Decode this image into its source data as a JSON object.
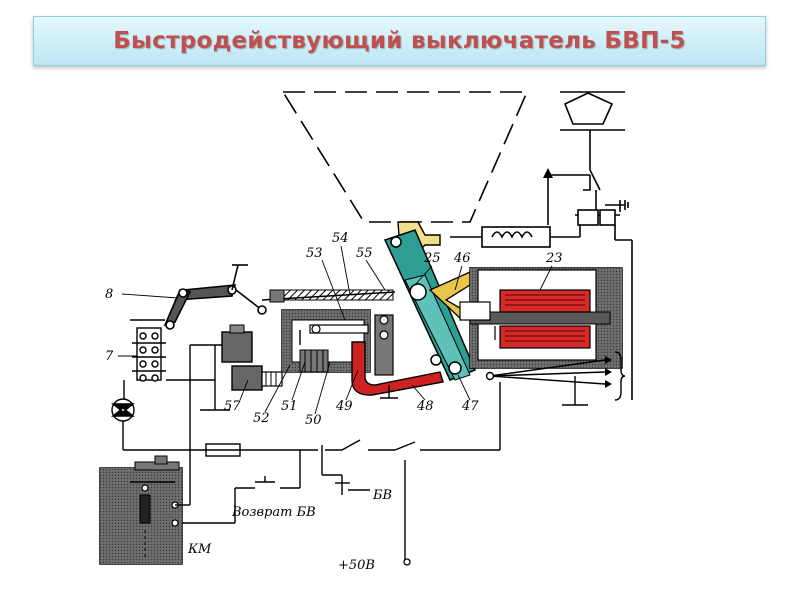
{
  "title": "Быстродействующий выключатель БВП-5",
  "labels": {
    "l54": "54",
    "l53": "53",
    "l55": "55",
    "l25": "25",
    "l46": "46",
    "l23": "23",
    "l8": "8",
    "l7": "7",
    "l57": "57",
    "l52": "52",
    "l51": "51",
    "l50": "50",
    "l49": "49",
    "l48": "48",
    "l47": "47",
    "bv": "БВ",
    "vozvrat": "Возврат БВ",
    "km": "КМ",
    "supply": "+50В"
  },
  "colors": {
    "title_text": "#c0504d",
    "lever_teal": "#2e9e95",
    "coil_red": "#d42a2a",
    "armature_red": "#cc2222",
    "latch_yellow": "#e8c64a"
  },
  "icons": [
    "lamp-icon",
    "ground-icon",
    "arrow-up-icon",
    "switch-icon"
  ]
}
